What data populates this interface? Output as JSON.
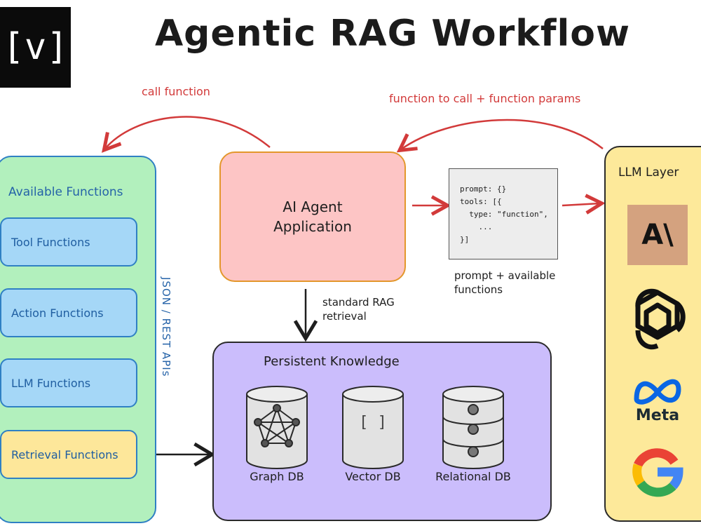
{
  "logo": {
    "text": "[v]"
  },
  "title": "Agentic RAG Workflow",
  "edges": {
    "call_function": "call function",
    "function_to_call": "function to call + function params",
    "standard_rag": [
      "standard RAG",
      "retrieval"
    ],
    "prompt_functions": [
      "prompt + available",
      "functions"
    ]
  },
  "available_functions": {
    "title": "Available Functions",
    "items": [
      {
        "label": "Tool Functions"
      },
      {
        "label": "Action Functions"
      },
      {
        "label": "LLM Functions"
      },
      {
        "label": "Retrieval Functions"
      }
    ],
    "api_label": "JSON / REST APIs"
  },
  "agent": {
    "line1": "AI Agent",
    "line2": "Application"
  },
  "code_snippet": "prompt: {}\ntools: [{\n  type: \"function\",\n    ...\n}]",
  "llm_layer": {
    "title": "LLM Layer",
    "providers": [
      {
        "name": "Anthropic",
        "icon": "anthropic-logo-icon",
        "text": "A\\"
      },
      {
        "name": "OpenAI",
        "icon": "openai-logo-icon"
      },
      {
        "name": "Meta",
        "icon": "meta-logo-icon",
        "text": "Meta"
      },
      {
        "name": "Google",
        "icon": "google-logo-icon"
      }
    ]
  },
  "knowledge": {
    "title": "Persistent Knowledge",
    "stores": [
      {
        "label": "Graph DB",
        "icon": "graph-network-icon"
      },
      {
        "label": "Vector DB",
        "icon": "brackets-icon",
        "glyph": "[ ]"
      },
      {
        "label": "Relational DB",
        "icon": "database-stack-icon"
      }
    ]
  },
  "colors": {
    "green_panel": "#b2f0bd",
    "function_box": "#a5d7f7",
    "retrieval_box": "#fde79a",
    "agent_box": "#fdc5c5",
    "llm_panel": "#fde99a",
    "knowledge_box": "#cbbdfc",
    "arrow_red": "#d23a3a"
  }
}
